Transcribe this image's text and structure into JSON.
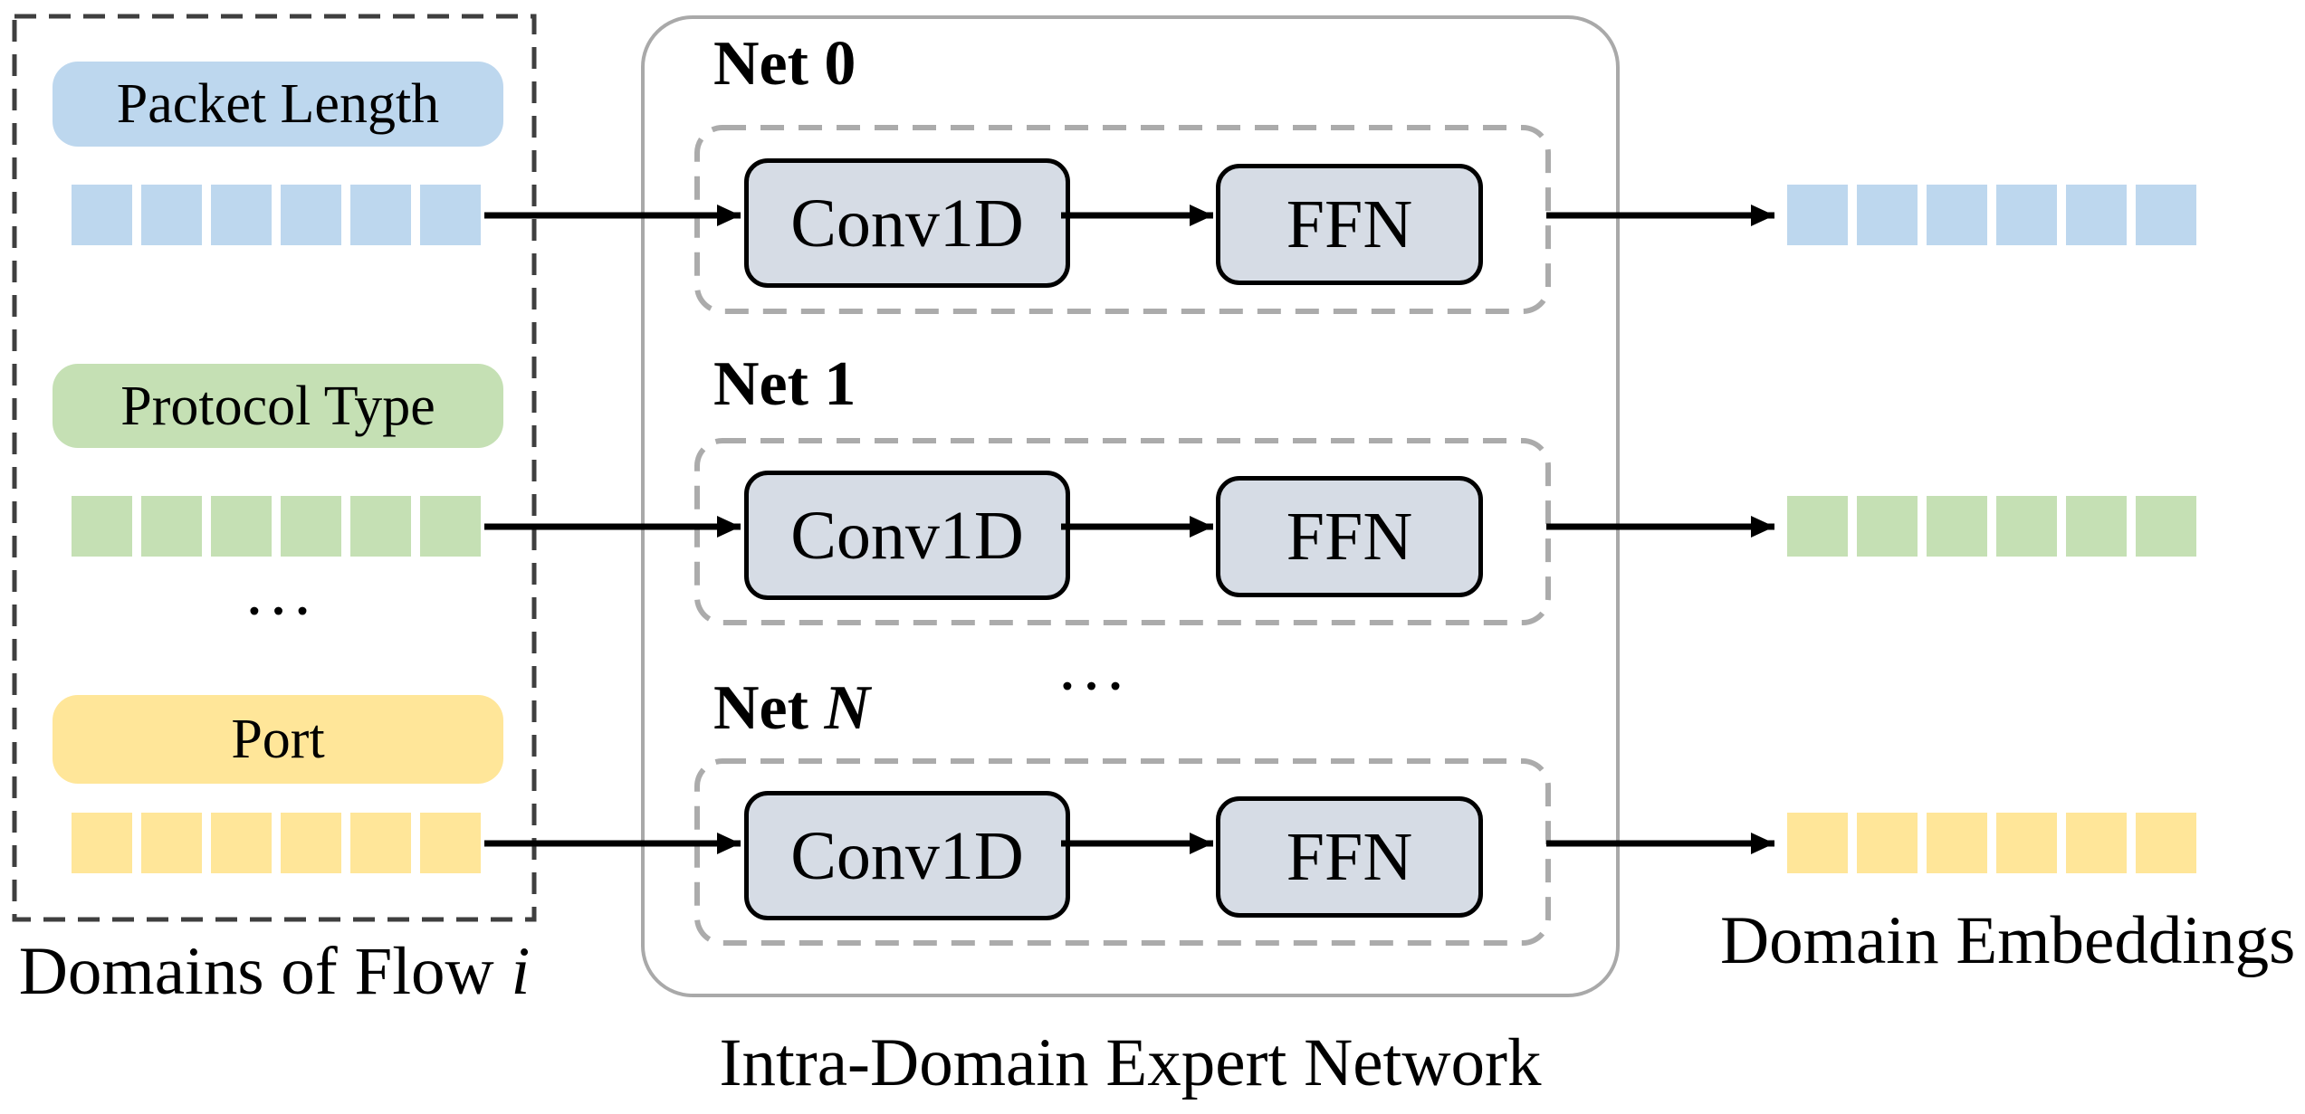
{
  "figure": {
    "left": {
      "caption_prefix": "Domains of Flow ",
      "caption_italic": "i",
      "ellipsis": "•••",
      "domains": [
        {
          "name": "Packet Length",
          "color": "#BDD7EE",
          "cells": 6
        },
        {
          "name": "Protocol Type",
          "color": "#C5E0B4",
          "cells": 6
        },
        {
          "name": "Port",
          "color": "#FFE699",
          "cells": 6
        }
      ]
    },
    "center": {
      "caption": "Intra-Domain Expert Network",
      "ellipsis": "•••",
      "nets": [
        {
          "prefix": "Net 0",
          "italic": "",
          "conv": "Conv1D",
          "ffn": "FFN"
        },
        {
          "prefix": "Net 1",
          "italic": "",
          "conv": "Conv1D",
          "ffn": "FFN"
        },
        {
          "prefix": "Net ",
          "italic": "N",
          "conv": "Conv1D",
          "ffn": "FFN"
        }
      ]
    },
    "right": {
      "caption": "Domain Embeddings",
      "rows": [
        {
          "color": "#BDD7EE",
          "cells": 6
        },
        {
          "color": "#C5E0B4",
          "cells": 6
        },
        {
          "color": "#FFE699",
          "cells": 6
        }
      ]
    },
    "colors": {
      "module_fill": "#D6DCE5",
      "container_border": "#A9A9A9",
      "net_dash": "#ABABAB",
      "domain_dash": "#3F3F3F",
      "arrow": "#000000"
    }
  }
}
